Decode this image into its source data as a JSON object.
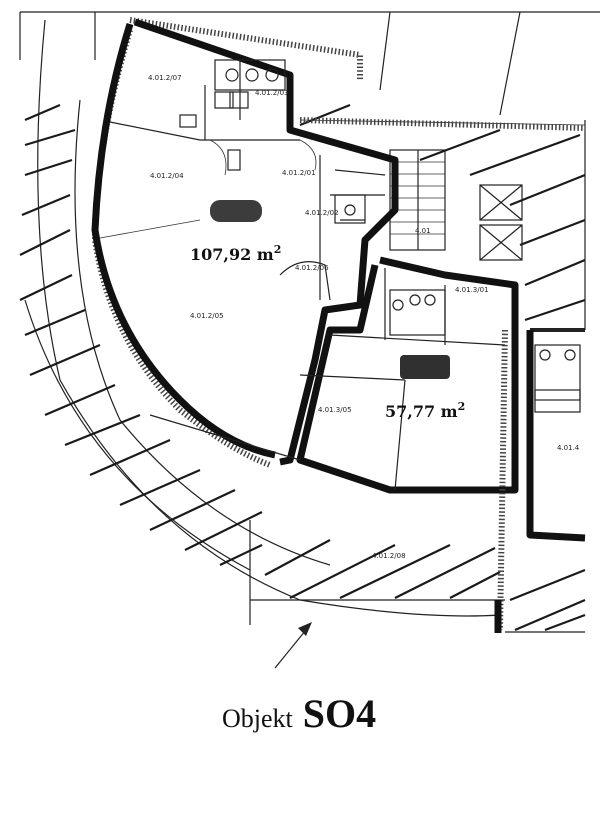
{
  "rooms": [
    {
      "id": "apartment-large",
      "area_value": "107,92 m",
      "area_unit_sup": "2"
    },
    {
      "id": "apartment-small",
      "area_value": "57,77 m",
      "area_unit_sup": "2"
    }
  ],
  "room_codes": {
    "r1": "4.01.2/07",
    "r2": "4.01.2/03",
    "r3": "4.01.2/04",
    "r4": "4.01.2/05",
    "r5": "4.01.2/06",
    "r6": "4.01.3/01",
    "r7": "4.01.3/05",
    "r8": "4.01.4",
    "r9": "4.01.2/08",
    "r10": "4.01.2/01",
    "r11": "4.01.2/02",
    "r12": "4.01"
  },
  "object": {
    "prefix": "Objekt",
    "code": "SO4"
  },
  "colors": {
    "wall": "#111111",
    "background": "#ffffff",
    "redaction": "#1a1a1a"
  }
}
